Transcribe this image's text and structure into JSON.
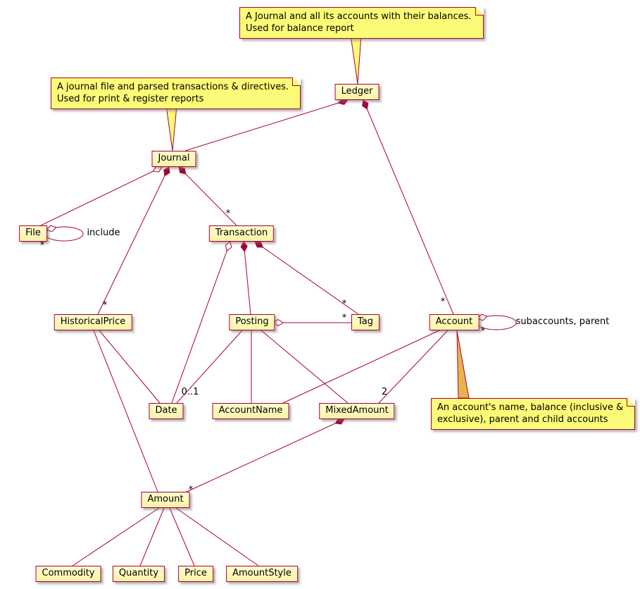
{
  "diagram": {
    "notes": {
      "ledger_note": "A Journal and all its accounts with their balances.\nUsed for balance report",
      "journal_note": "A journal file and parsed transactions & directives.\nUsed for print & register reports",
      "account_note": "An account's name, balance (inclusive &\nexclusive), parent and child accounts"
    },
    "classes": {
      "ledger": "Ledger",
      "journal": "Journal",
      "file": "File",
      "transaction": "Transaction",
      "historical_price": "HistoricalPrice",
      "posting": "Posting",
      "tag": "Tag",
      "account": "Account",
      "date": "Date",
      "account_name": "AccountName",
      "mixed_amount": "MixedAmount",
      "amount": "Amount",
      "commodity": "Commodity",
      "quantity": "Quantity",
      "price": "Price",
      "amount_style": "AmountStyle"
    },
    "labels": {
      "include": "include",
      "subaccounts": "subaccounts, parent",
      "file_loop_mult": "*",
      "ledger_account_mult": "*",
      "journal_transaction_mult": "*",
      "journal_historicalprice_mult": "*",
      "transaction_tag_mult": "*",
      "posting_tag_mult": "*",
      "posting_date_mult": "0..1",
      "account_mixedamount_mult": "2",
      "account_loop_mult": "*",
      "mixedamount_amount_mult": "*"
    },
    "colors": {
      "line": "#A80036",
      "note_fill": "#FBFB77",
      "class_fill": "#FEFECE"
    }
  }
}
